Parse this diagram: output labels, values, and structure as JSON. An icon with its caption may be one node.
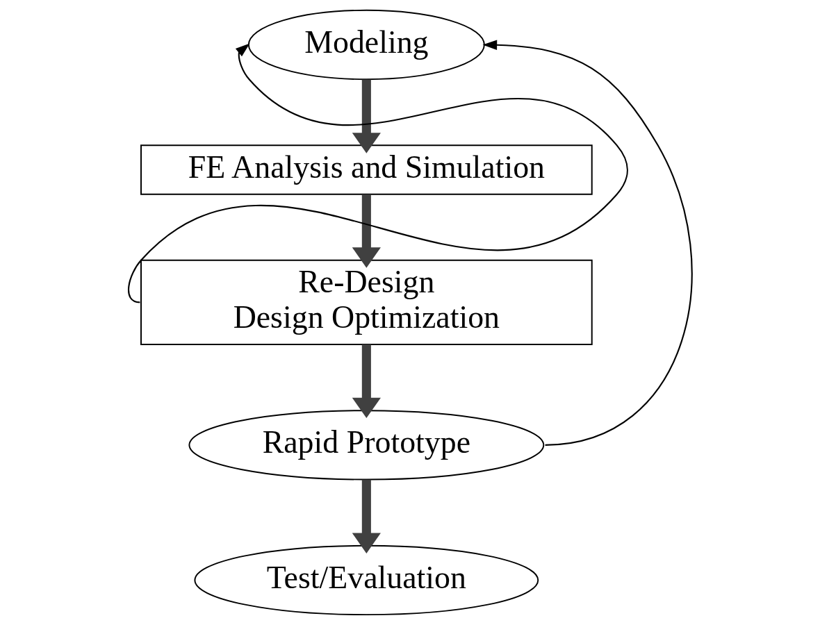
{
  "diagram": {
    "nodes": [
      {
        "text": [
          "Modeling"
        ]
      },
      {
        "text": [
          "FE Analysis and Simulation"
        ]
      },
      {
        "text": [
          "Re-Design",
          "Design Optimization"
        ]
      },
      {
        "text": [
          "Rapid Prototype"
        ]
      },
      {
        "text": [
          "Test/Evaluation"
        ]
      }
    ],
    "edges": [
      {
        "from": 0,
        "to": 1,
        "arrow": "to"
      },
      {
        "from": 1,
        "to": 2,
        "arrow": "to"
      },
      {
        "from": 2,
        "to": 3,
        "arrow": "to"
      },
      {
        "from": 3,
        "to": 4,
        "arrow": "to"
      },
      {
        "from": 2,
        "to": 0,
        "arrow": "to",
        "color": "#000000"
      },
      {
        "from": 3,
        "to": 0,
        "arrow": "to",
        "color": "#000000"
      }
    ]
  }
}
